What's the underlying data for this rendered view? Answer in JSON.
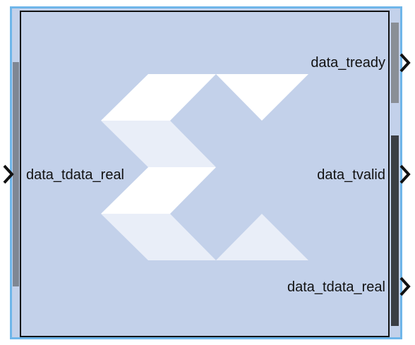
{
  "block": {
    "logo_icon": "xilinx-logo-icon",
    "inputs": [
      {
        "name": "data_tdata_real",
        "arrow_icon": "chevron-right-icon"
      }
    ],
    "outputs": [
      {
        "name": "data_tready",
        "arrow_icon": "chevron-right-icon"
      },
      {
        "name": "data_tvalid",
        "arrow_icon": "chevron-right-icon"
      },
      {
        "name": "data_tdata_real",
        "arrow_icon": "chevron-right-icon"
      }
    ]
  },
  "colors": {
    "block_fill": "#c3d1ea",
    "block_border": "#111111",
    "selection_border": "#6fb6ea",
    "input_bar": "#7f8794",
    "output_bar_light": "#8a8f96",
    "output_bar_dark": "#3b3e43",
    "logo_white": "#ffffff",
    "logo_light": "#e9eef8"
  }
}
